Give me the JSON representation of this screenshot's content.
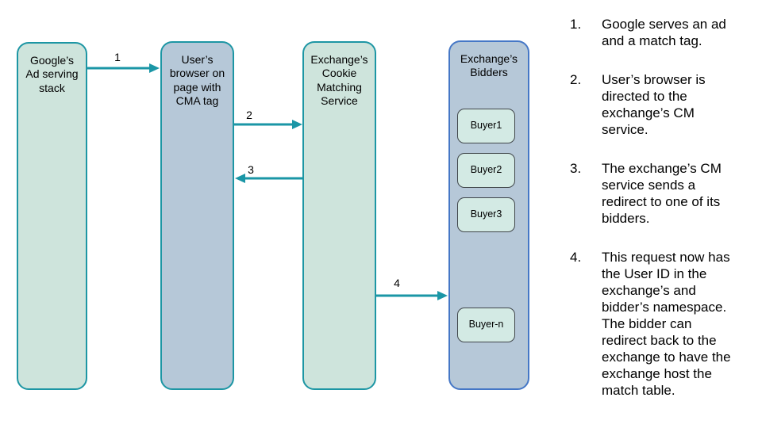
{
  "theme": {
    "teal-border": "#1d96a4",
    "green-fill": "#cee4dc",
    "blue-fill": "#b6c8d8",
    "blue-border": "#4577c6",
    "buyer-fill": "#d3eae4",
    "buyer-border": "#40464a",
    "arrow": "#1a96a6",
    "ink": "#000000"
  },
  "diagram": {
    "nodes": [
      {
        "id": "google-ad-stack",
        "label": "Google’s\nAd serving\nstack"
      },
      {
        "id": "user-browser",
        "label": "User’s\nbrowser on\npage with\nCMA tag"
      },
      {
        "id": "cookie-matching-service",
        "label": "Exchange’s\nCookie\nMatching\nService"
      },
      {
        "id": "exchange-bidders",
        "label": "Exchange’s\nBidders"
      }
    ],
    "bidders": [
      {
        "label": "Buyer1"
      },
      {
        "label": "Buyer2"
      },
      {
        "label": "Buyer3"
      },
      {
        "label": "Buyer-n"
      }
    ],
    "arrows": [
      {
        "label": "1",
        "from": "google-ad-stack",
        "to": "user-browser"
      },
      {
        "label": "2",
        "from": "user-browser",
        "to": "cookie-matching-service"
      },
      {
        "label": "3",
        "from": "cookie-matching-service",
        "to": "user-browser"
      },
      {
        "label": "4",
        "from": "cookie-matching-service",
        "to": "exchange-bidders"
      }
    ]
  },
  "steps": {
    "items": [
      {
        "number": "1.",
        "text": "Google serves an ad\nand a match tag."
      },
      {
        "number": "2.",
        "text": "User’s browser is\ndirected to the\nexchange’s CM\nservice."
      },
      {
        "number": "3.",
        "text": "The exchange’s CM\nservice sends a\nredirect to one of its\nbidders."
      },
      {
        "number": "4.",
        "text": "This request now has\nthe User ID in the\nexchange’s and\nbidder’s namespace.\nThe bidder can\nredirect back to the\nexchange to have the\nexchange host the\nmatch table."
      }
    ]
  }
}
